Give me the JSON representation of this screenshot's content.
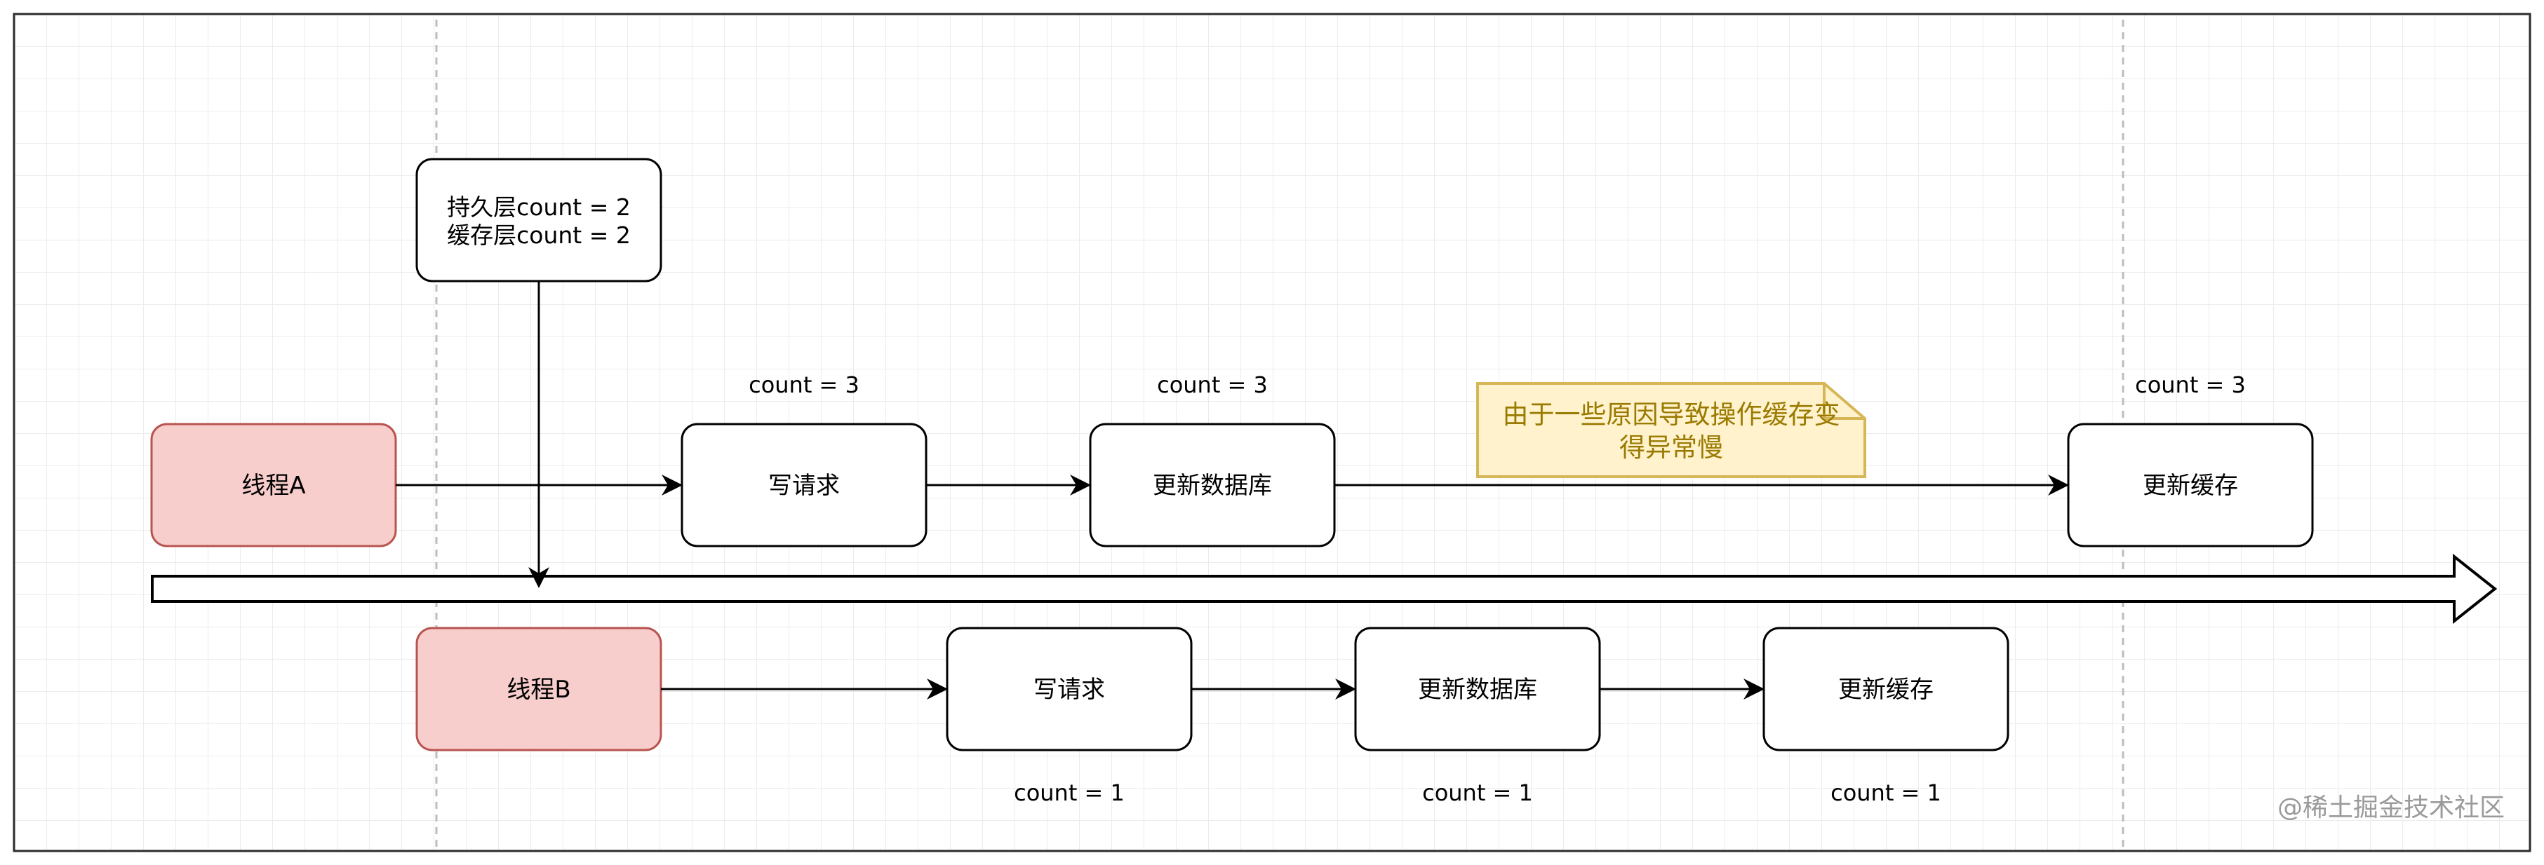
{
  "diagram": {
    "state_box": {
      "line1": "持久层count = 2",
      "line2": "缓存层count = 2"
    },
    "thread_a": {
      "label": "线程A",
      "steps": [
        {
          "label": "写请求",
          "count": "count = 3"
        },
        {
          "label": "更新数据库",
          "count": "count = 3"
        },
        {
          "label": "更新缓存",
          "count": "count = 3"
        }
      ]
    },
    "thread_b": {
      "label": "线程B",
      "steps": [
        {
          "label": "写请求",
          "count": "count = 1"
        },
        {
          "label": "更新数据库",
          "count": "count = 1"
        },
        {
          "label": "更新缓存",
          "count": "count = 1"
        }
      ]
    },
    "note": {
      "line1": "由于一些原因导致操作缓存变",
      "line2": "得异常慢"
    },
    "watermark": "@稀土掘金技术社区",
    "colors": {
      "thread_fill": "#f8cecc",
      "thread_stroke": "#b85450",
      "note_fill": "#fff2cc",
      "note_stroke": "#d6b656",
      "note_text": "#9a7a00",
      "grid": "#ececec",
      "line": "#000000"
    }
  }
}
